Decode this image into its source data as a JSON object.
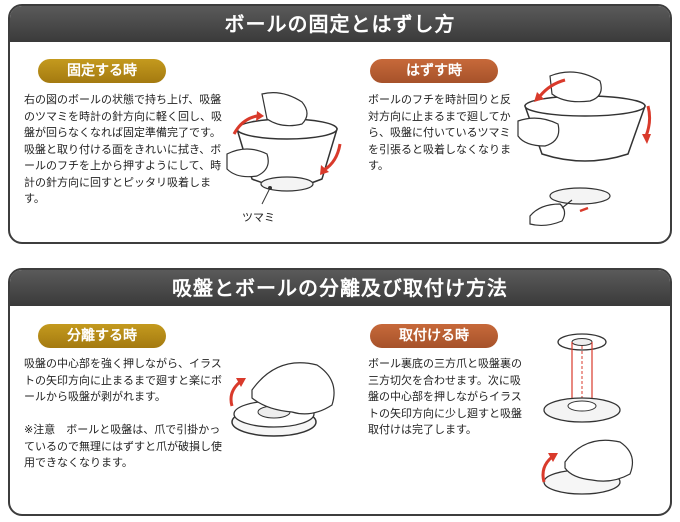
{
  "section1": {
    "title": "ボールの固定とはずし方",
    "fix": {
      "label": "固定する時",
      "text": "右の図のボールの状態で持ち上げ、吸盤のツマミを時計の針方向に軽く回し、吸盤が回らなくなれば固定準備完了です。吸盤と取り付ける面をきれいに拭き、ボールのフチを上から押すようにして、時計の針方向に回すとピッタリ吸着します。",
      "caption": "ツマミ"
    },
    "remove": {
      "label": "はずす時",
      "text": "ボールのフチを時計回りと反対方向に止まるまで廻してから、吸盤に付いているツマミを引張ると吸着しなくなります。"
    }
  },
  "section2": {
    "title": "吸盤とボールの分離及び取付け方法",
    "separate": {
      "label": "分離する時",
      "text": "吸盤の中心部を強く押しながら、イラストの矢印方向に止まるまで廻すと楽にボールから吸盤が剥がれます。",
      "note": "※注意　ボールと吸盤は、爪で引掛かっているので無理にはずすと爪が破損し使用できなくなります。"
    },
    "attach": {
      "label": "取付ける時",
      "text": "ボール裏底の三方爪と吸盤裏の三方切欠を合わせます。次に吸盤の中心部を押しながらイラストの矢印方向に少し廻すと吸盤取付けは完了します。"
    }
  },
  "colors": {
    "banner": "#4a4a4a",
    "tab_gold": "#b08614",
    "tab_orange": "#b85e32",
    "arrow_red": "#d93a2b"
  }
}
